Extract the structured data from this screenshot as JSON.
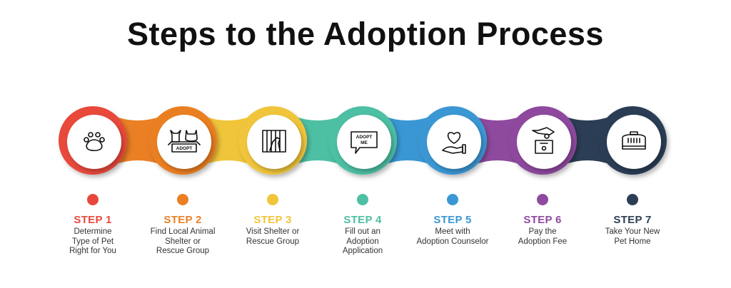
{
  "title": "Steps to the Adoption Process",
  "steps": [
    {
      "label": "STEP 1",
      "desc": "Determine\nType of Pet\nRight for You",
      "color": "#e8483b",
      "icon": "paw-icon"
    },
    {
      "label": "STEP 2",
      "desc": "Find Local Animal\nShelter or\nRescue Group",
      "color": "#ea7f24",
      "icon": "dog-cat-adopt-box-icon",
      "icon_text": "ADOPT"
    },
    {
      "label": "STEP 3",
      "desc": "Visit Shelter or\nRescue Group",
      "color": "#f0c53a",
      "icon": "caged-dog-icon"
    },
    {
      "label": "STEP 4",
      "desc": "Fill out an\nAdoption\nApplication",
      "color": "#4dbfa3",
      "icon": "speech-bubble-icon",
      "icon_text": "ADOPT ME"
    },
    {
      "label": "STEP 5",
      "desc": "Meet with\nAdoption Counselor",
      "color": "#3a97d4",
      "icon": "heart-in-hand-icon"
    },
    {
      "label": "STEP 6",
      "desc": "Pay the\nAdoption Fee",
      "color": "#8e4a9e",
      "icon": "donation-box-icon"
    },
    {
      "label": "STEP 7",
      "desc": "Take Your New\nPet Home",
      "color": "#2c3e55",
      "icon": "pet-carrier-icon"
    }
  ]
}
